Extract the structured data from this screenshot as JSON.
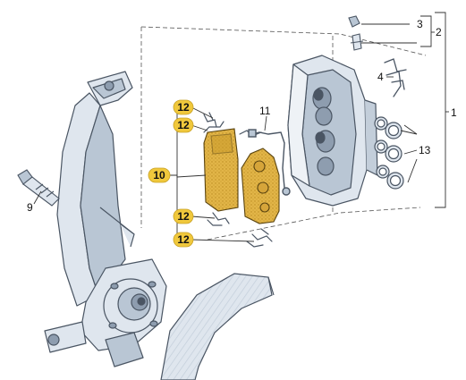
{
  "callouts": {
    "c1": "1",
    "c2": "2",
    "c3": "3",
    "c4": "4",
    "c9": "9",
    "c10": "10",
    "c11": "11",
    "c12": "12",
    "c13": "13"
  },
  "colors": {
    "part_fill": "#dfe6ee",
    "part_shade": "#b9c6d4",
    "part_dark": "#8e9daf",
    "outline": "#4a5563",
    "pad_fill": "#e2b548",
    "pad_dots": "#b98a1f",
    "badge_fill": "#f0c83c",
    "leader": "#333333",
    "dash_frame": "#555555"
  }
}
